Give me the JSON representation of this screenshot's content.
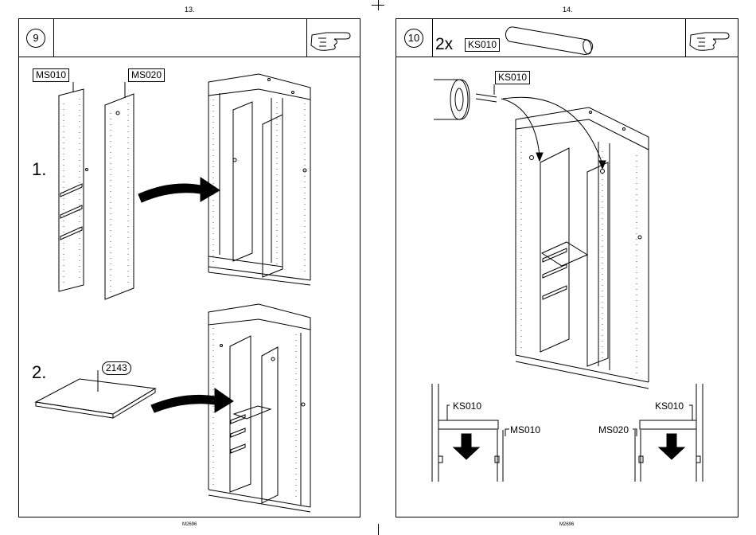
{
  "pages": {
    "left": {
      "page_number": "13.",
      "footer": "M2696",
      "step_number": "9",
      "labels": {
        "part_a": "MS010",
        "part_b": "MS020",
        "sub1": "1.",
        "sub2": "2.",
        "shelf": "2143"
      }
    },
    "right": {
      "page_number": "14.",
      "footer": "M2696",
      "step_number": "10",
      "quantity": "2x",
      "part_code": "KS010",
      "labels": {
        "rod_callout": "KS010",
        "left_detail_top": "KS010",
        "left_detail_side": "MS010",
        "right_detail_top": "KS010",
        "right_detail_side": "MS020"
      }
    }
  },
  "icons": {
    "hand": "hand-point-icon",
    "arrow": "curved-arrow-icon",
    "down": "down-arrow-icon"
  }
}
